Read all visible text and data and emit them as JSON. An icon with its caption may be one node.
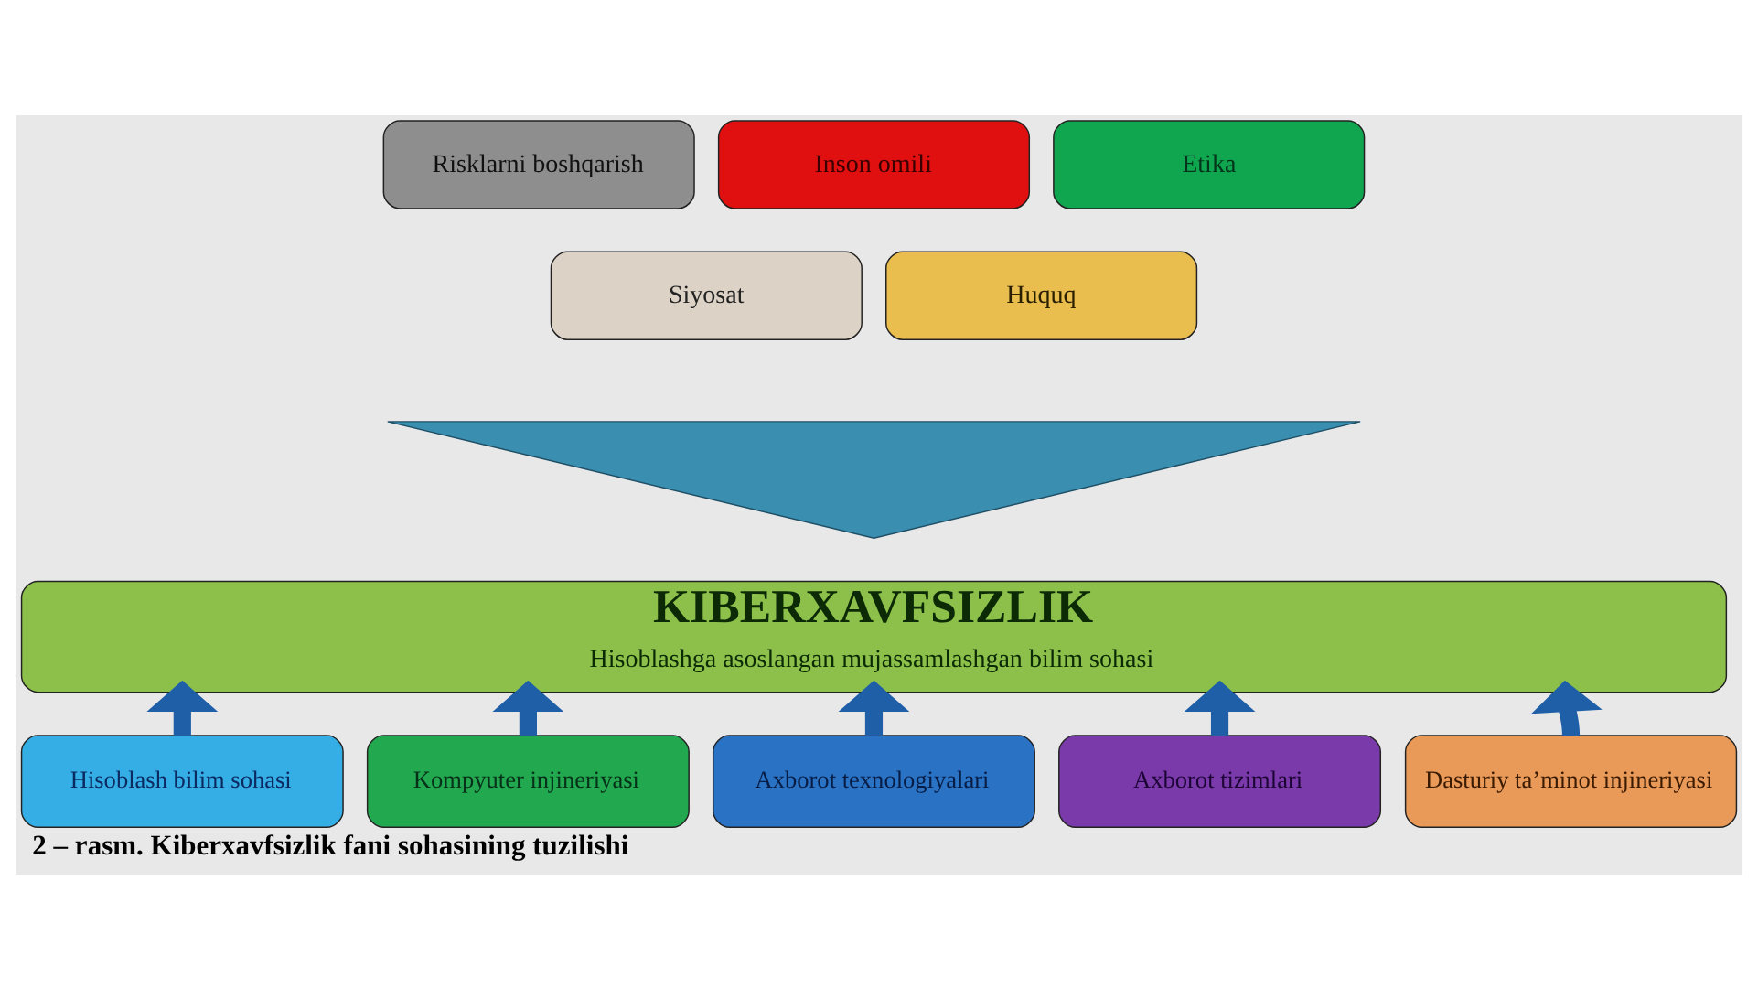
{
  "diagram": {
    "caption": "2 – rasm. Kiberxavfsizlik fani sohasining tuzilishi",
    "nodes": [
      {
        "text": [],
        "shape": "triangle"
      },
      {
        "text": [
          "Risklarni boshqarish"
        ]
      },
      {
        "text": [
          "Inson omili"
        ]
      },
      {
        "text": [
          "Etika"
        ]
      },
      {
        "text": [
          "Siyosat"
        ]
      },
      {
        "text": [
          "Huquq"
        ]
      },
      {
        "text": [
          "KIBERXAVFSIZLIK",
          "Hisoblashga asoslangan mujassamlashgan bilim sohasi"
        ]
      },
      {
        "text": [
          "Hisoblash bilim sohasi"
        ]
      },
      {
        "text": [
          "Kompyuter injineriyasi"
        ]
      },
      {
        "text": [
          "Axborot texnologiyalari"
        ]
      },
      {
        "text": [
          "Axborot tizimlari"
        ]
      },
      {
        "text": [
          "Dasturiy ta’minot injineriyasi"
        ]
      }
    ],
    "edges": [
      {
        "from": 7,
        "to": 6,
        "arrow": "to"
      },
      {
        "from": 8,
        "to": 6,
        "arrow": "to"
      },
      {
        "from": 9,
        "to": 6,
        "arrow": "to"
      },
      {
        "from": 10,
        "to": 6,
        "arrow": "to"
      },
      {
        "from": 11,
        "to": 6,
        "arrow": "to"
      }
    ]
  }
}
